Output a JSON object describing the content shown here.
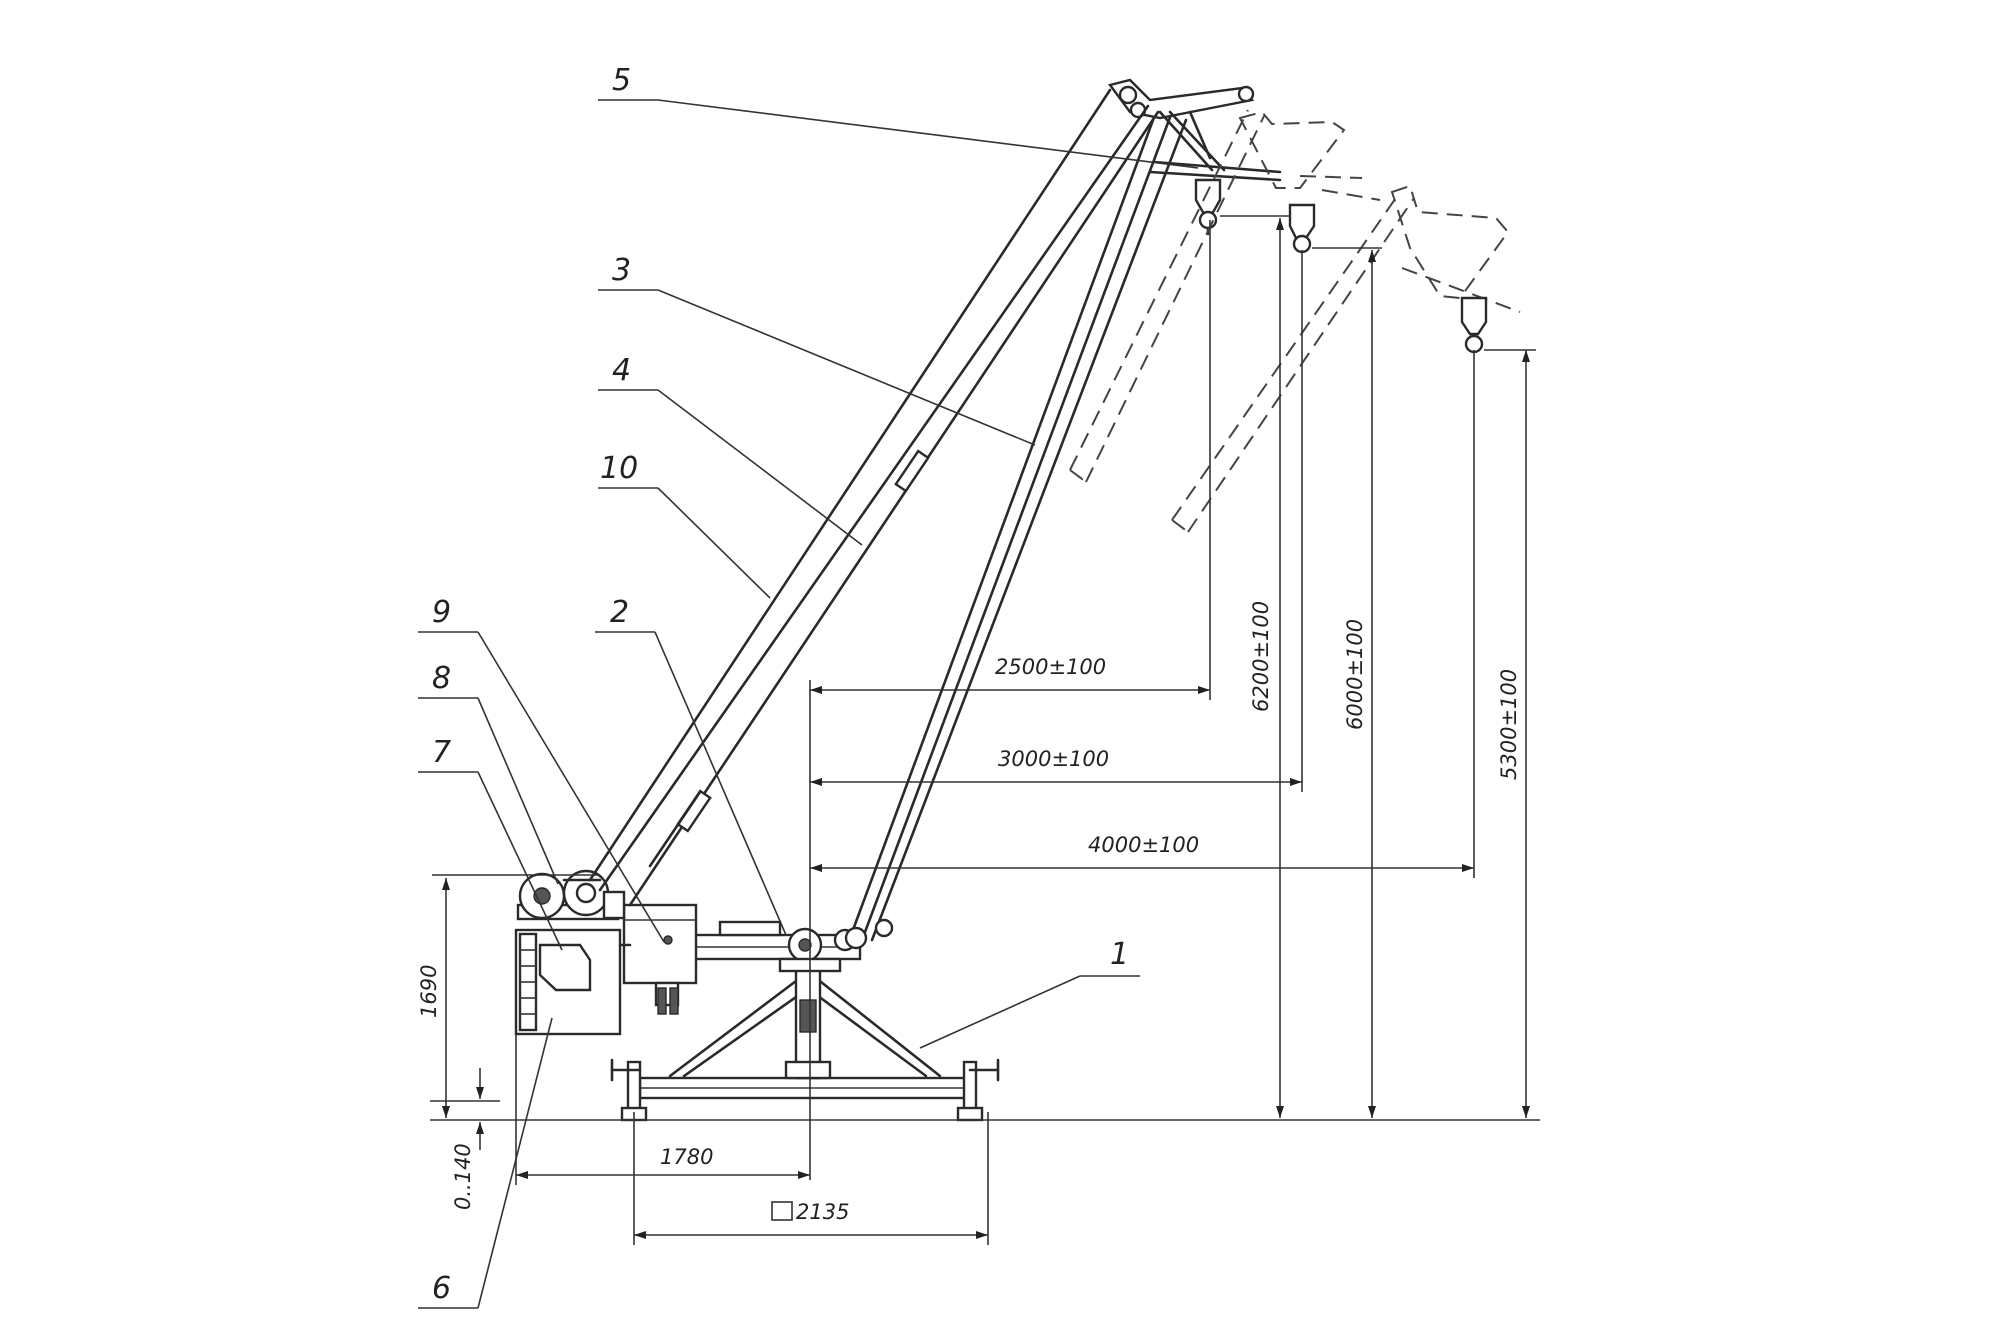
{
  "callouts": [
    "1",
    "2",
    "3",
    "4",
    "5",
    "6",
    "7",
    "8",
    "9",
    "10"
  ],
  "dimensions": {
    "reach_1": "2500±100",
    "reach_2": "3000±100",
    "reach_3": "4000±100",
    "height_1": "6200±100",
    "height_2": "6000±100",
    "height_3": "5300±100",
    "counterweight_height": "1690",
    "base_gap": "0..140",
    "tail_radius": "1780",
    "base_square": "2135"
  },
  "colors": {
    "line": "#2a2a2a",
    "background": "#ffffff"
  }
}
